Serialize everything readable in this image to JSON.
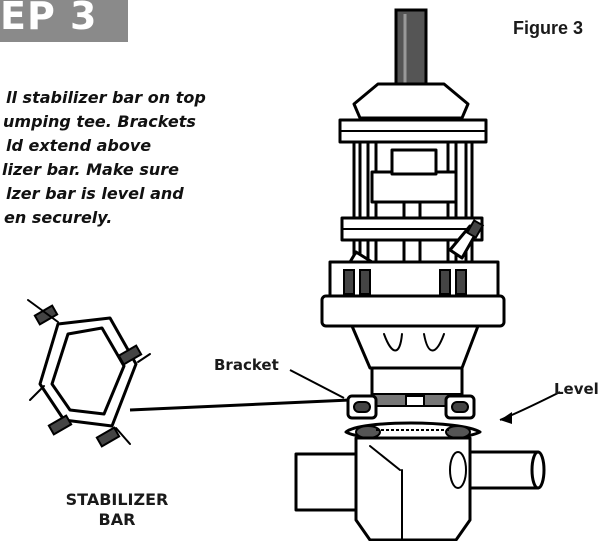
{
  "header": {
    "step_label": "EP 3",
    "figure_label": "Figure 3"
  },
  "instructions": {
    "lines": [
      "ll stabilizer bar on top",
      "umping tee.  Brackets",
      "ld extend above",
      "lizer bar.  Make sure",
      "lzer bar is level and",
      "en securely."
    ]
  },
  "callouts": {
    "bracket": "Bracket",
    "level": "Level",
    "stabilizer_bar": [
      "STABILIZER",
      "BAR"
    ]
  },
  "colors": {
    "banner": "#8a8a8a",
    "outline": "#000000",
    "shade": "#444444"
  }
}
